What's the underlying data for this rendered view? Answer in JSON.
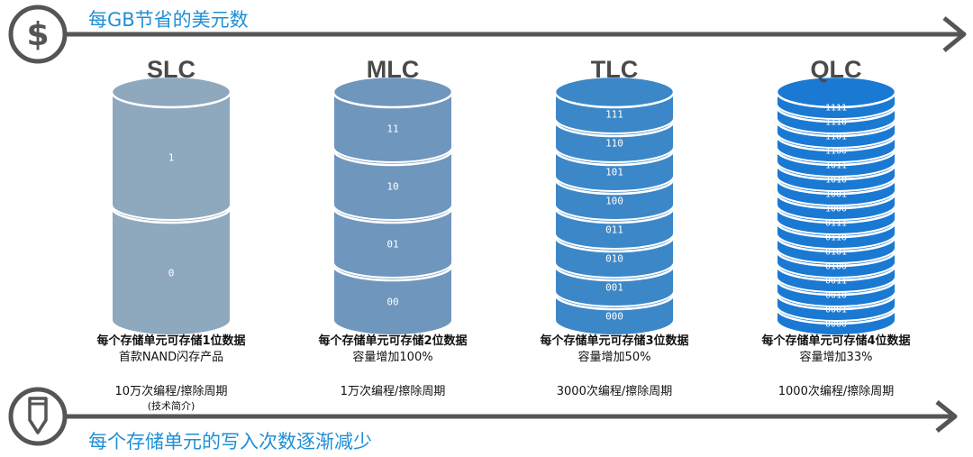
{
  "top_axis": {
    "label": "每GB节省的美元数",
    "icon": "dollar-icon"
  },
  "bottom_axis": {
    "label": "每个存储单元的写入次数逐渐减少",
    "icon": "pencil-icon"
  },
  "colors": {
    "axis": "#555555",
    "accent_text": "#1f8fd6",
    "slc": "#8ea8be",
    "mlc": "#6f96bd",
    "tlc": "#3c87c8",
    "qlc": "#1a79d3"
  },
  "cells": [
    {
      "name": "SLC",
      "bits": [
        "1",
        "0"
      ],
      "desc1": "每个存储单元可存储1位数据",
      "desc2": "首款NAND闪存产品",
      "endurance": "10万次编程/擦除周期",
      "note": "(技术简介)"
    },
    {
      "name": "MLC",
      "bits": [
        "11",
        "10",
        "01",
        "00"
      ],
      "desc1": "每个存储单元可存储2位数据",
      "desc2": "容量增加100%",
      "endurance": "1万次编程/擦除周期",
      "note": ""
    },
    {
      "name": "TLC",
      "bits": [
        "111",
        "110",
        "101",
        "100",
        "011",
        "010",
        "001",
        "000"
      ],
      "desc1": "每个存储单元可存储3位数据",
      "desc2": "容量增加50%",
      "endurance": "3000次编程/擦除周期",
      "note": ""
    },
    {
      "name": "QLC",
      "bits": [
        "1111",
        "1110",
        "1101",
        "1100",
        "1011",
        "1010",
        "1001",
        "1000",
        "0111",
        "0110",
        "0101",
        "0100",
        "0011",
        "0010",
        "0001",
        "0000"
      ],
      "desc1": "每个存储单元可存储4位数据",
      "desc2": "容量增加33%",
      "endurance": "1000次编程/擦除周期",
      "note": ""
    }
  ]
}
